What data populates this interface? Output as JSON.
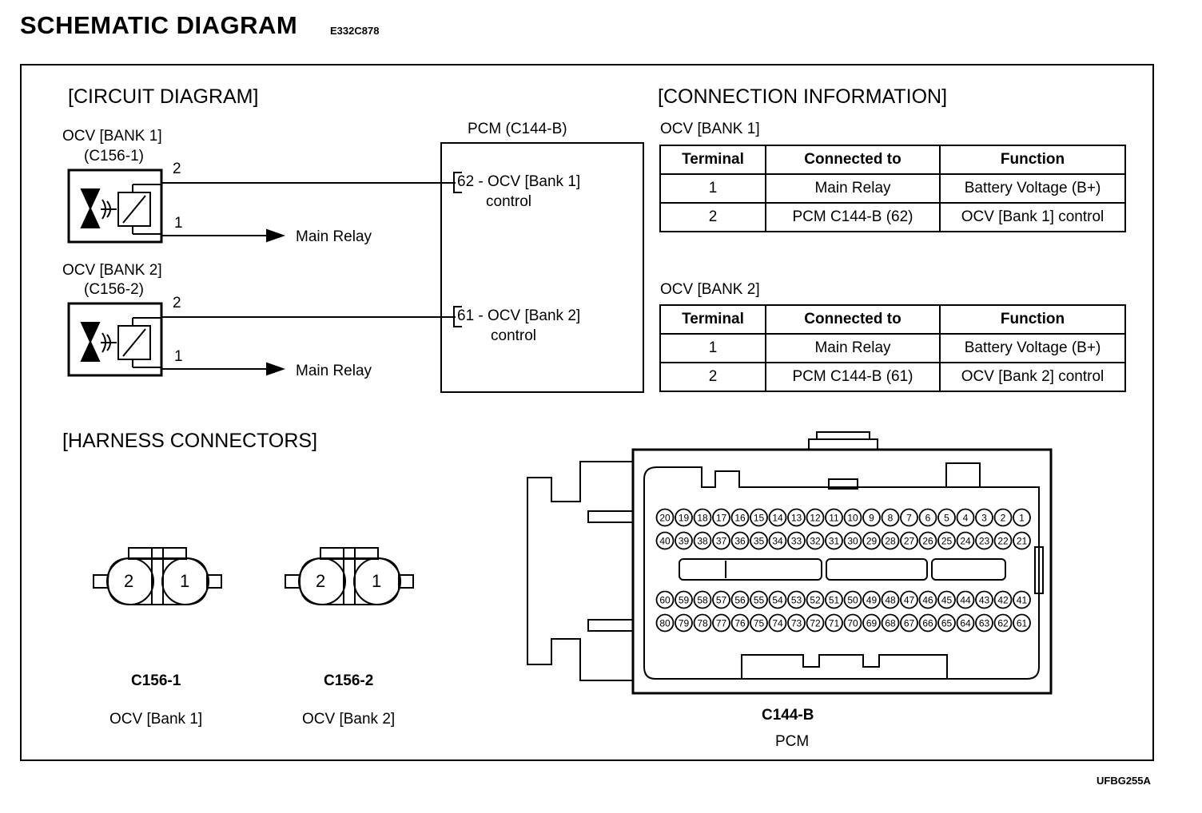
{
  "header": {
    "title": "SCHEMATIC DIAGRAM",
    "code": "E332C878"
  },
  "footer": {
    "figure_id": "UFBG255A"
  },
  "circuit": {
    "section_title": "[CIRCUIT DIAGRAM]",
    "ocv1": {
      "name": "OCV [BANK 1]",
      "connector": "(C156-1)",
      "pin_top": "2",
      "pin_bottom": "1",
      "to": "Main Relay"
    },
    "ocv2": {
      "name": "OCV [BANK 2]",
      "connector": "(C156-2)",
      "pin_top": "2",
      "pin_bottom": "1",
      "to": "Main Relay"
    },
    "pcm": {
      "title": "PCM (C144-B)",
      "term1_line1": "62 - OCV [Bank 1]",
      "term1_line2": "control",
      "term2_line1": "61 - OCV [Bank 2]",
      "term2_line2": "control"
    }
  },
  "connection": {
    "section_title": "[CONNECTION INFORMATION]",
    "headers": [
      "Terminal",
      "Connected to",
      "Function"
    ],
    "bank1": {
      "title": "OCV [BANK 1]",
      "rows": [
        [
          "1",
          "Main Relay",
          "Battery Voltage (B+)"
        ],
        [
          "2",
          "PCM C144-B (62)",
          "OCV [Bank 1] control"
        ]
      ]
    },
    "bank2": {
      "title": "OCV [BANK 2]",
      "rows": [
        [
          "1",
          "Main Relay",
          "Battery Voltage (B+)"
        ],
        [
          "2",
          "PCM C144-B (61)",
          "OCV [Bank 2] control"
        ]
      ]
    }
  },
  "harness": {
    "section_title": "[HARNESS CONNECTORS]",
    "c1": {
      "pins": [
        "2",
        "1"
      ],
      "id": "C156-1",
      "desc": "OCV [Bank 1]"
    },
    "c2": {
      "pins": [
        "2",
        "1"
      ],
      "id": "C156-2",
      "desc": "OCV [Bank 2]"
    },
    "pcm": {
      "id": "C144-B",
      "desc": "PCM",
      "rows": [
        [
          "20",
          "19",
          "18",
          "17",
          "16",
          "15",
          "14",
          "13",
          "12",
          "11",
          "10",
          "9",
          "8",
          "7",
          "6",
          "5",
          "4",
          "3",
          "2",
          "1"
        ],
        [
          "40",
          "39",
          "38",
          "37",
          "36",
          "35",
          "34",
          "33",
          "32",
          "31",
          "30",
          "29",
          "28",
          "27",
          "26",
          "25",
          "24",
          "23",
          "22",
          "21"
        ],
        [
          "60",
          "59",
          "58",
          "57",
          "56",
          "55",
          "54",
          "53",
          "52",
          "51",
          "50",
          "49",
          "48",
          "47",
          "46",
          "45",
          "44",
          "43",
          "42",
          "41"
        ],
        [
          "80",
          "79",
          "78",
          "77",
          "76",
          "75",
          "74",
          "73",
          "72",
          "71",
          "70",
          "69",
          "68",
          "67",
          "66",
          "65",
          "64",
          "63",
          "62",
          "61"
        ]
      ]
    }
  }
}
